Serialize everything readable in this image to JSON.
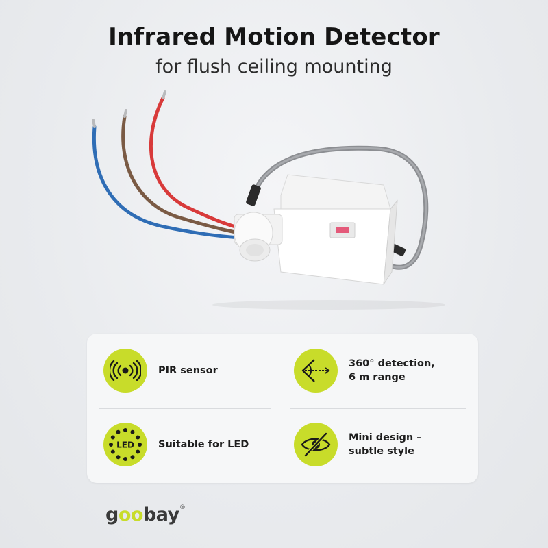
{
  "header": {
    "title": "Infrared Motion Detector",
    "subtitle": "for flush ceiling mounting"
  },
  "features": [
    {
      "icon": "pir-sensor-icon",
      "line1": "PIR sensor",
      "line2": ""
    },
    {
      "icon": "detection-angle-icon",
      "line1": "360° detection,",
      "line2": "6 m range"
    },
    {
      "icon": "led-icon",
      "line1": "Suitable for LED",
      "line2": "",
      "icon_text": "LED"
    },
    {
      "icon": "eye-hidden-icon",
      "line1": "Mini design –",
      "line2": "subtle style"
    }
  ],
  "brand": {
    "prefix": "g",
    "highlight": "oo",
    "suffix": "bay",
    "mark": "®"
  },
  "colors": {
    "accent": "#c8dc2a",
    "text": "#1e1e1e",
    "panel": "#f6f7f8"
  }
}
